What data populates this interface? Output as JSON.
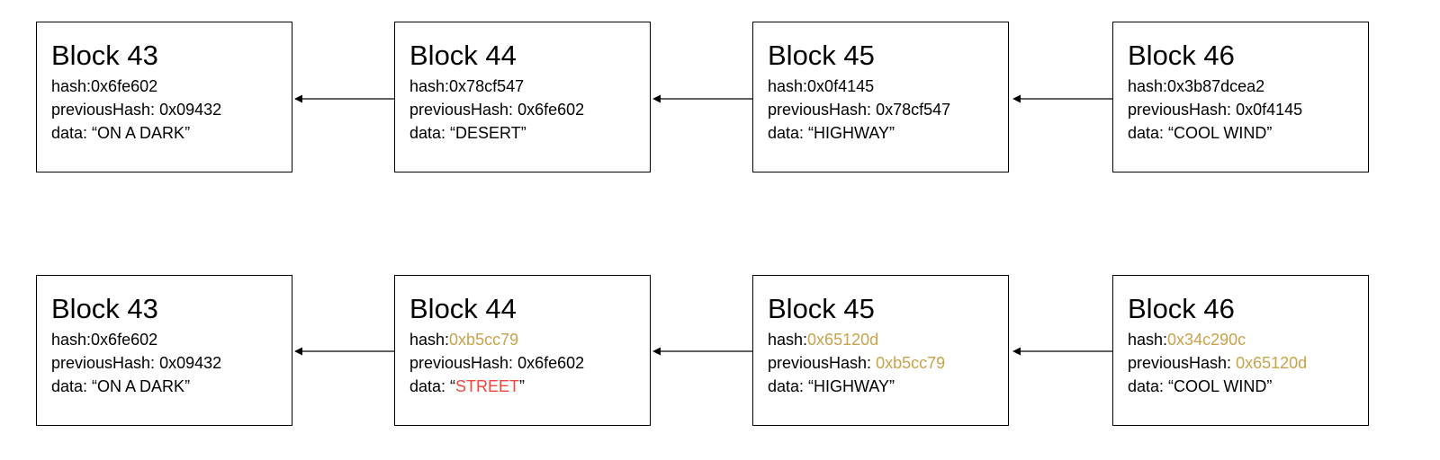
{
  "colors": {
    "changed": "#c9a24a",
    "tampered": "#f0443c",
    "border": "#000000"
  },
  "chains": [
    {
      "blocks": [
        {
          "title": "Block 43",
          "hash_label": "hash:",
          "hash": "0x6fe602",
          "prev_label": "previousHash: ",
          "prev": "0x09432",
          "data_label": "data: “",
          "data": "ON A DARK",
          "data_end": "”"
        },
        {
          "title": "Block 44",
          "hash_label": "hash:",
          "hash": "0x78cf547",
          "prev_label": "previousHash: ",
          "prev": "0x6fe602",
          "data_label": "data: “",
          "data": "DESERT",
          "data_end": "”"
        },
        {
          "title": "Block 45",
          "hash_label": "hash:",
          "hash": "0x0f4145",
          "prev_label": "previousHash: ",
          "prev": "0x78cf547",
          "data_label": "data: “",
          "data": "HIGHWAY",
          "data_end": "”"
        },
        {
          "title": "Block 46",
          "hash_label": "hash:",
          "hash": "0x3b87dcea2",
          "prev_label": "previousHash: ",
          "prev": "0x0f4145",
          "data_label": "data: “",
          "data": "COOL WIND",
          "data_end": "”"
        }
      ]
    },
    {
      "blocks": [
        {
          "title": "Block 43",
          "hash_label": "hash:",
          "hash": "0x6fe602",
          "prev_label": "previousHash: ",
          "prev": "0x09432",
          "data_label": "data: “",
          "data": "ON A DARK",
          "data_end": "”"
        },
        {
          "title": "Block 44",
          "hash_label": "hash:",
          "hash": "0xb5cc79",
          "prev_label": "previousHash: ",
          "prev": "0x6fe602",
          "data_label": "data: “",
          "data": "STREET",
          "data_end": "”"
        },
        {
          "title": "Block 45",
          "hash_label": "hash:",
          "hash": "0x65120d",
          "prev_label": "previousHash: ",
          "prev": "0xb5cc79",
          "data_label": "data: “",
          "data": "HIGHWAY",
          "data_end": "”"
        },
        {
          "title": "Block 46",
          "hash_label": "hash:",
          "hash": "0x34c290c",
          "prev_label": "previousHash: ",
          "prev": "0x65120d",
          "data_label": "data: “",
          "data": "COOL WIND",
          "data_end": "”"
        }
      ]
    }
  ]
}
